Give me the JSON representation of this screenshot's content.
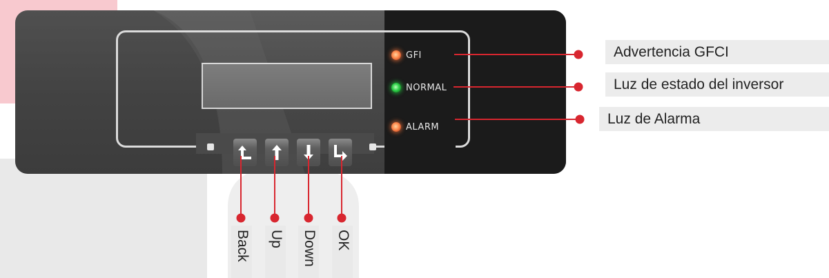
{
  "panel": {
    "keys": [
      {
        "icon": "back-arrow-icon",
        "label": "Back"
      },
      {
        "icon": "up-arrow-icon",
        "label": "Up"
      },
      {
        "icon": "down-arrow-icon",
        "label": "Down"
      },
      {
        "icon": "enter-arrow-icon",
        "label": "OK"
      }
    ],
    "indicators": [
      {
        "label": "GFI",
        "color": "#ff7a3d"
      },
      {
        "label": "NORMAL",
        "color": "#2fd14a"
      },
      {
        "label": "ALARM",
        "color": "#ff7a3d"
      }
    ]
  },
  "callouts": [
    {
      "text": "Advertencia GFCI"
    },
    {
      "text": "Luz de estado del inversor"
    },
    {
      "text": "Luz de Alarma"
    }
  ],
  "colors": {
    "leader_line": "#d8262f",
    "panel_dark": "#1b1b1b",
    "panel_grey": "#4a4a4a",
    "watermark": "#ffe3e6"
  }
}
